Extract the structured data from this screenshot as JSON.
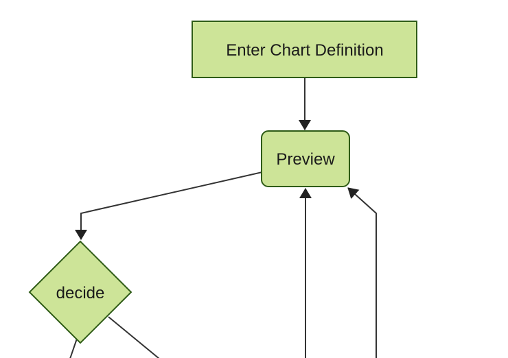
{
  "diagram": {
    "type": "flowchart",
    "background": "#ffffff",
    "colors": {
      "node_fill": "#cde498",
      "node_border": "#2f5c17",
      "edge_line": "#333333",
      "arrowhead": "#222222",
      "label_text": "#1a1a1a"
    },
    "nodes": [
      {
        "id": "enter-chart-definition",
        "label": "Enter Chart Definition",
        "shape": "rectangle"
      },
      {
        "id": "preview",
        "label": "Preview",
        "shape": "rounded-rectangle"
      },
      {
        "id": "decide",
        "label": "decide",
        "shape": "diamond"
      }
    ],
    "edges": [
      {
        "from": "enter-chart-definition",
        "to": "preview",
        "arrow": true
      },
      {
        "from": "preview",
        "to": "decide",
        "arrow": true
      },
      {
        "from": "offscreen-bottom",
        "to": "preview",
        "arrow": true
      },
      {
        "from": "offscreen-bottom-right",
        "to": "preview",
        "arrow": true
      },
      {
        "from": "decide",
        "to": "offscreen-bottom-left",
        "arrow": false
      },
      {
        "from": "decide",
        "to": "offscreen-bottom-right",
        "arrow": false
      }
    ]
  }
}
